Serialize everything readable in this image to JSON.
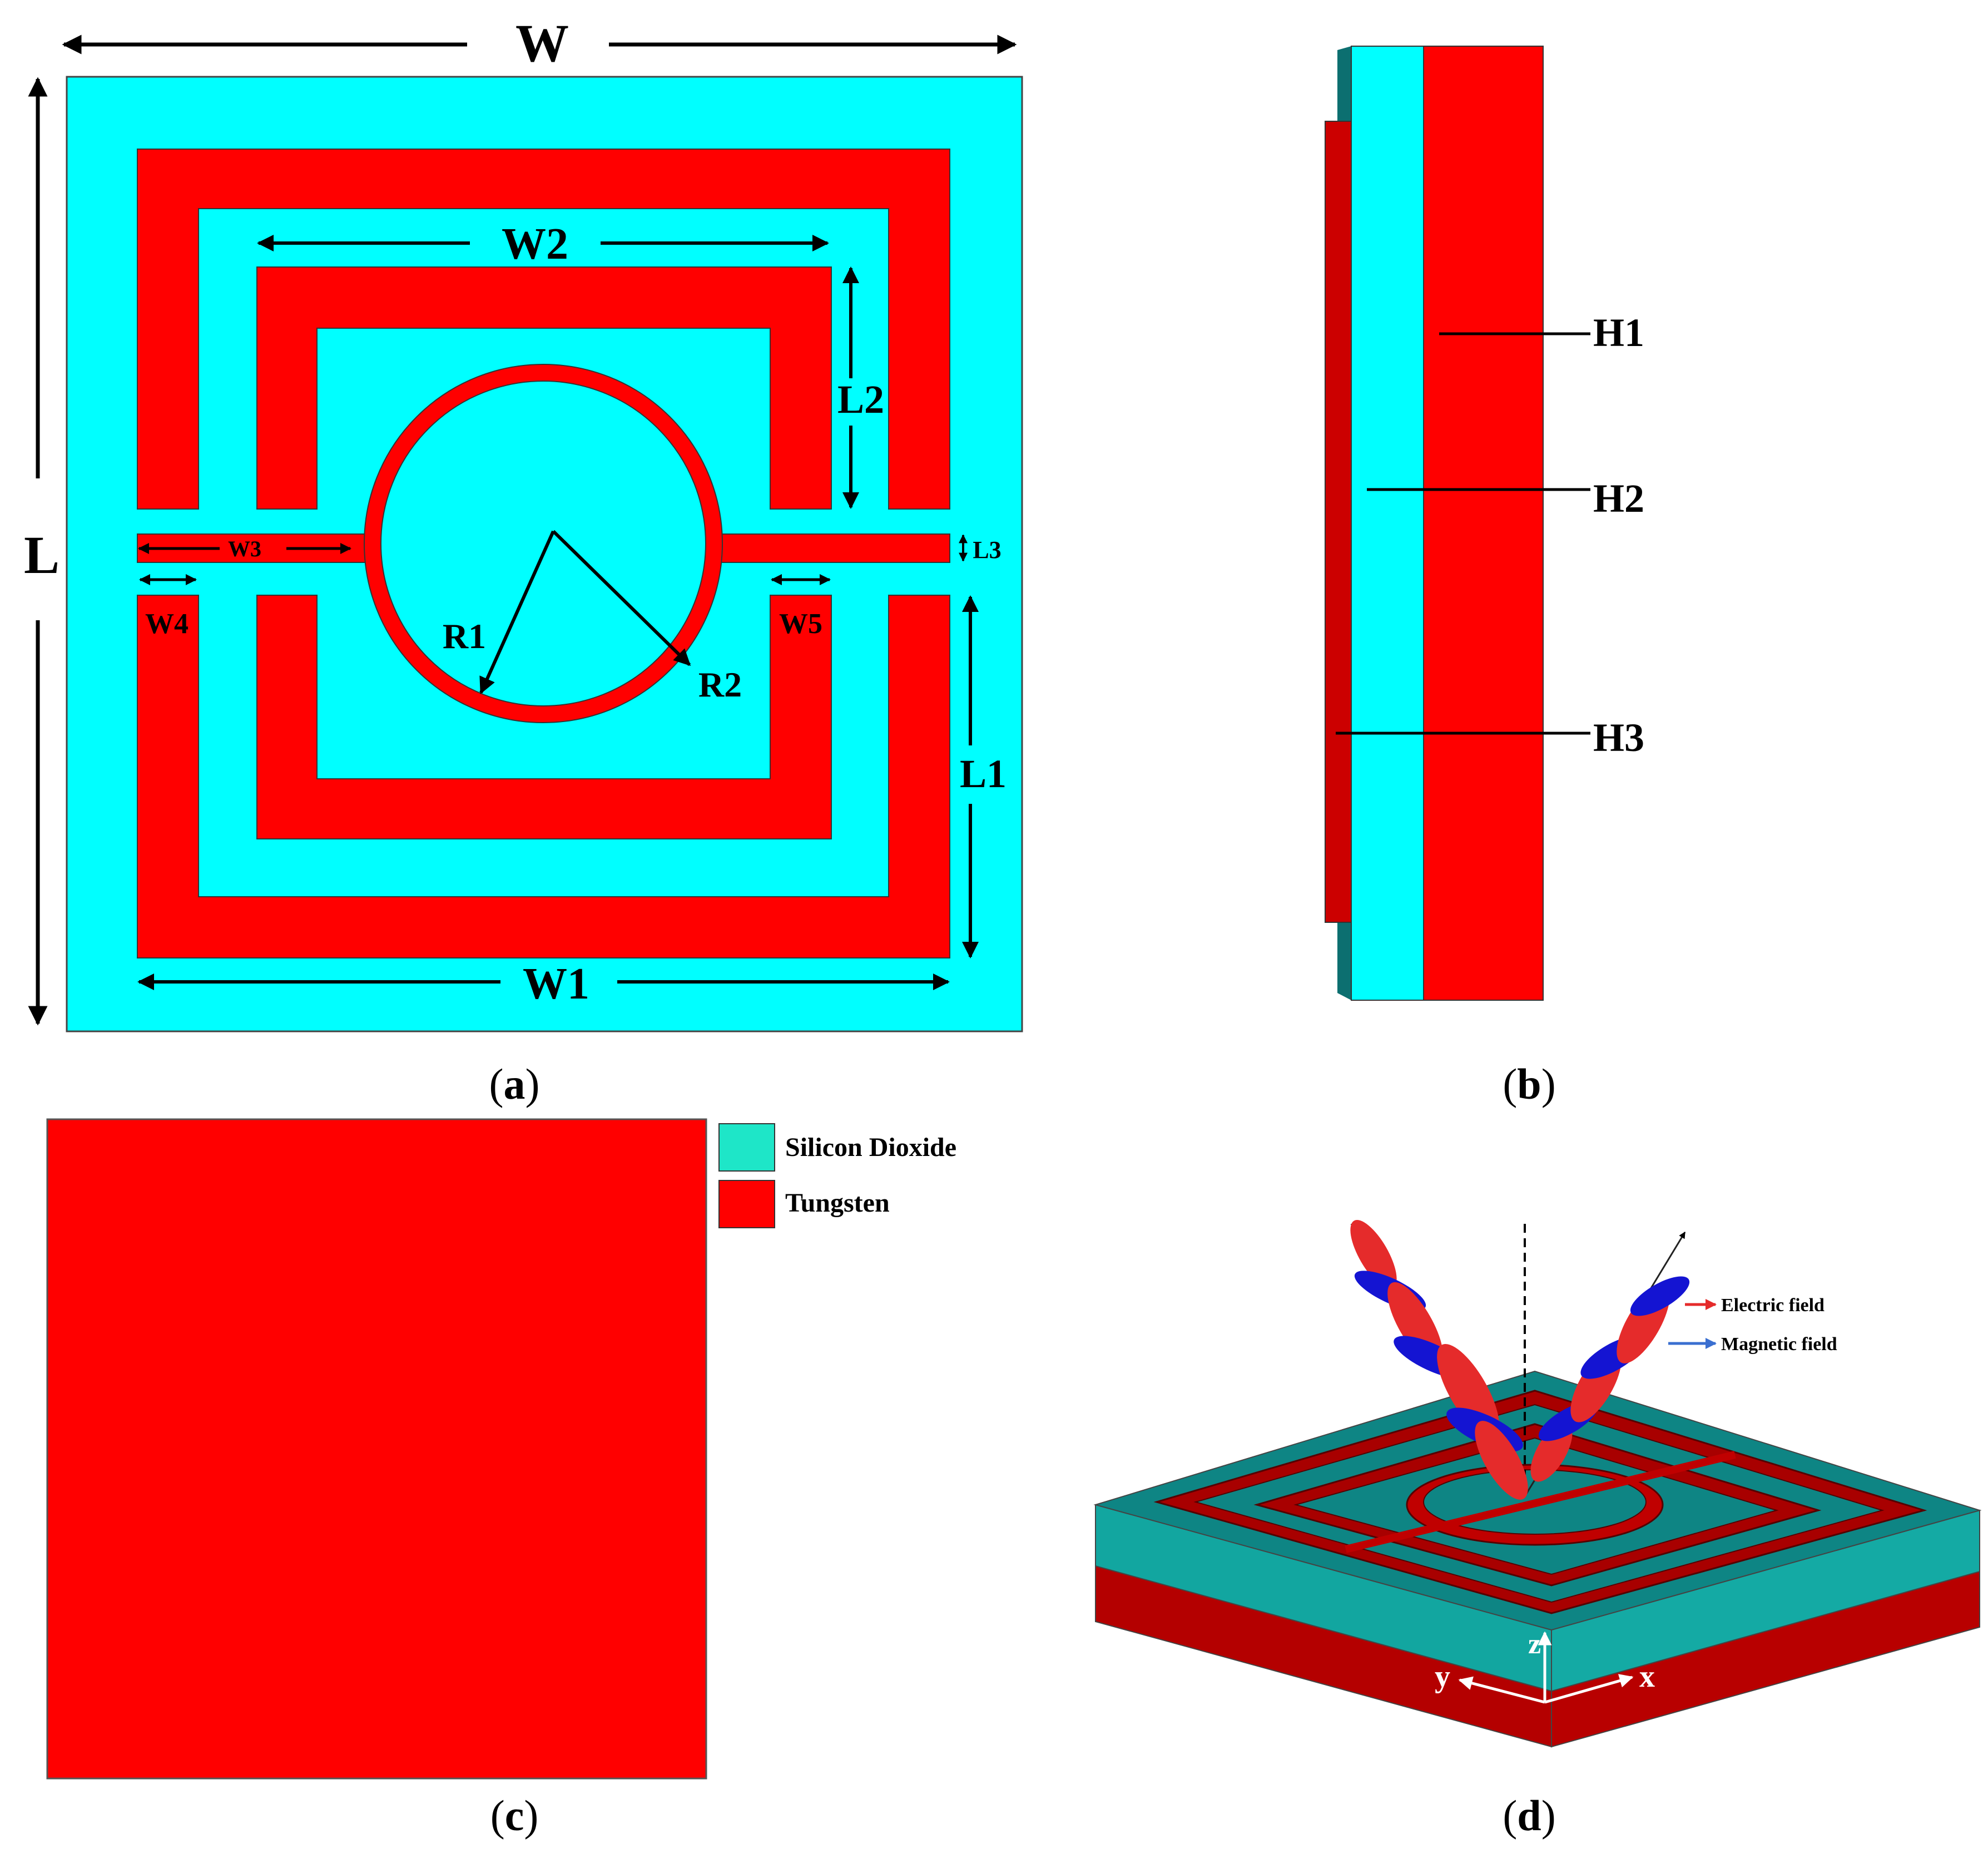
{
  "colors": {
    "silicon_dioxide": "#00ffff",
    "silicon_dioxide_legend": "#1ee6c8",
    "tungsten": "#ff0000",
    "tungsten_dark": "#b40000",
    "teal_3d": "#12a6a0",
    "teal_3d_dark": "#0c6f70",
    "electric_field": "#e52b2b",
    "magnetic_field": "#1414d2",
    "axis": "#ffffff"
  },
  "panel_a": {
    "caption_letter": "a",
    "labels": {
      "W": "W",
      "L": "L",
      "W1": "W1",
      "W2": "W2",
      "W3": "W3",
      "W4": "W4",
      "W5": "W5",
      "L1": "L1",
      "L2": "L2",
      "L3": "L3",
      "R1": "R1",
      "R2": "R2"
    }
  },
  "panel_b": {
    "caption_letter": "b",
    "labels": {
      "H1": "H1",
      "H2": "H2",
      "H3": "H3"
    }
  },
  "panel_c": {
    "caption_letter": "c"
  },
  "legend": {
    "items": [
      {
        "label": "Silicon Dioxide",
        "color_key": "silicon_dioxide_legend"
      },
      {
        "label": "Tungsten",
        "color_key": "tungsten"
      }
    ]
  },
  "panel_d": {
    "caption_letter": "d",
    "field_labels": {
      "electric": "Electric field",
      "magnetic": "Magnetic field"
    },
    "axes": {
      "x": "x",
      "y": "y",
      "z": "z"
    }
  }
}
